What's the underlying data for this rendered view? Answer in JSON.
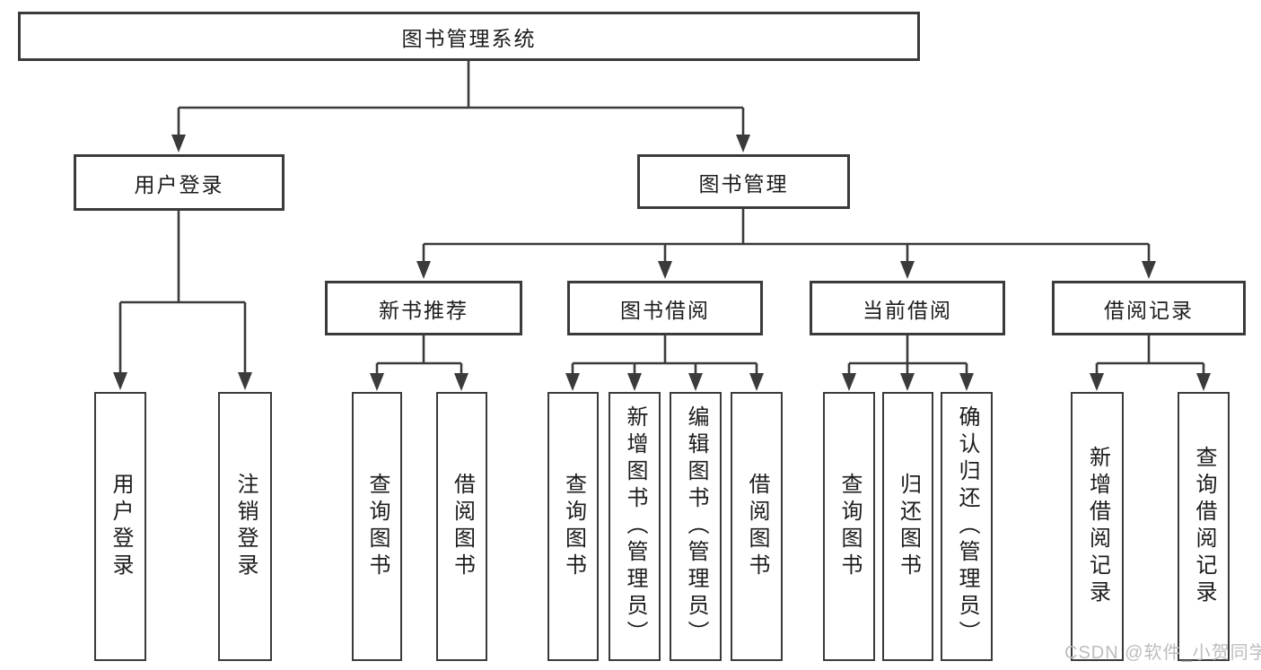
{
  "colors": {
    "background": "#ffffff",
    "line": "#3b3b3b",
    "text": "#1c1c1c",
    "watermark": "#bdbdbd"
  },
  "watermark": {
    "text": "CSDN @软件_小贺同学"
  },
  "tree": {
    "root": {
      "label": "图书管理系统",
      "children": [
        {
          "label": "用户登录",
          "children": [
            {
              "label": "用户登录"
            },
            {
              "label": "注销登录"
            }
          ]
        },
        {
          "label": "图书管理",
          "children": [
            {
              "label": "新书推荐",
              "children": [
                {
                  "label": "查询图书"
                },
                {
                  "label": "借阅图书"
                }
              ]
            },
            {
              "label": "图书借阅",
              "children": [
                {
                  "label": "查询图书"
                },
                {
                  "label": "新增图书（管理员）"
                },
                {
                  "label": "编辑图书（管理员）"
                },
                {
                  "label": "借阅图书"
                }
              ]
            },
            {
              "label": "当前借阅",
              "children": [
                {
                  "label": "查询图书"
                },
                {
                  "label": "归还图书"
                },
                {
                  "label": "确认归还（管理员）"
                }
              ]
            },
            {
              "label": "借阅记录",
              "children": [
                {
                  "label": "新增借阅记录"
                },
                {
                  "label": "查询借阅记录"
                }
              ]
            }
          ]
        }
      ]
    }
  }
}
